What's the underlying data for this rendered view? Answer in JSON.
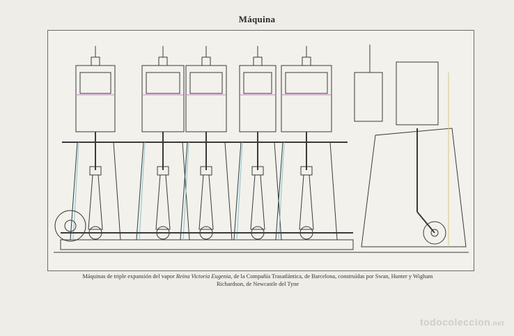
{
  "page": {
    "title": "Máquina"
  },
  "caption": {
    "before": "Máquinas de triple expansión del vapor ",
    "ship": "Reina Victoria Eugenia",
    "line1_after": ", de la Compañía Trasatlántica, de Barcelona, construídas por Swan, Hunter y Wigham",
    "line2": "Richardson, de Newcastle del Tyne"
  },
  "watermark": {
    "name": "todocoleccion",
    "tld": ".net"
  },
  "colors": {
    "paper": "#efede8",
    "ink": "#3a3a3a",
    "accent_magenta": "#d27ad0",
    "accent_cyan": "#7cc6d6",
    "accent_yellow": "#d8d05a"
  }
}
